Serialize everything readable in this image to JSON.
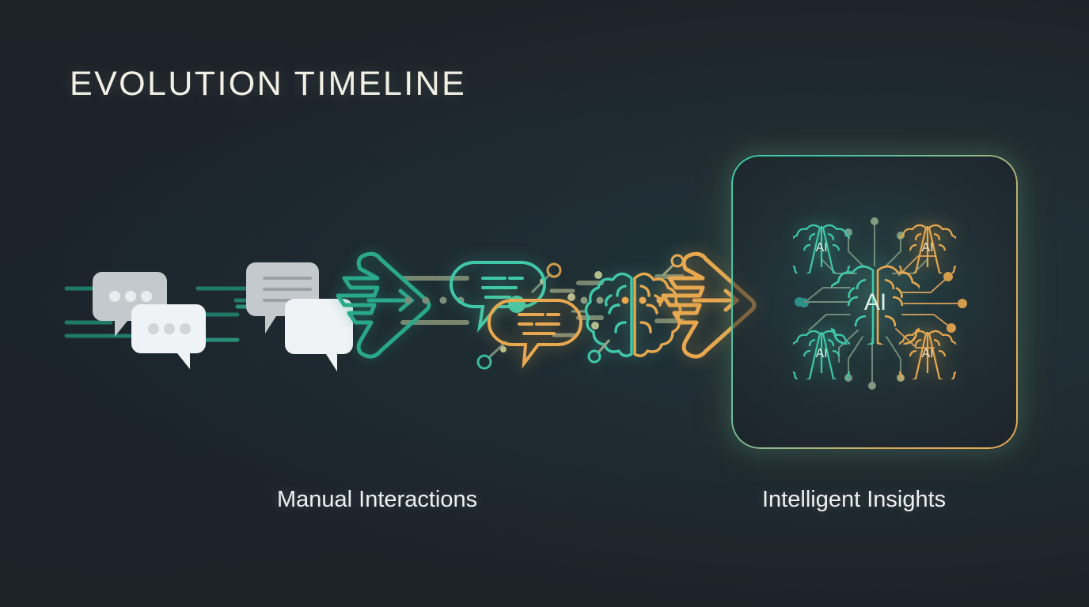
{
  "slide": {
    "background_color": "#1d2128",
    "title": "EVOLUTION TIMELINE"
  },
  "palette": {
    "teal": "#3fc9a8",
    "teal_dark": "#1f7a68",
    "teal_mid": "#2aa88a",
    "orange": "#e8a84f",
    "orange_light": "#f0b866",
    "olive": "#b9bd8e",
    "bubble_gray": "#c3c9cd",
    "bubble_white": "#f0f3f5",
    "text_light": "#eef1f3",
    "title_color": "#f2f0e4"
  },
  "captions": {
    "left": "Manual Interactions",
    "right": "Intelligent Insights"
  },
  "timeline": {
    "stages": [
      {
        "id": "stage-manual-chat",
        "icon": "chat-bubbles-icon",
        "label": "Manual Interactions",
        "style": "solid-gray-bubbles",
        "bubble_count": 2,
        "dots_per_bubble": 3
      },
      {
        "id": "stage-structured-chat",
        "icon": "chat-bubbles-text-icon",
        "style": "solid-gray-bubbles",
        "bubble_count": 2,
        "text_lines": 3
      },
      {
        "id": "stage-arrow-teal",
        "icon": "arrow-right-icon",
        "color": "#2aa88a"
      },
      {
        "id": "stage-smart-chat",
        "icon": "glowing-chat-bubbles-icon",
        "colors": [
          "#3fc9a8",
          "#e8a84f"
        ],
        "bubble_count": 2
      },
      {
        "id": "stage-split-brain",
        "icon": "split-brain-icon",
        "colors": [
          "#3fc9a8",
          "#e8a84f"
        ]
      },
      {
        "id": "stage-arrow-orange",
        "icon": "arrow-right-icon",
        "color": "#e8a84f"
      },
      {
        "id": "stage-ai-network-panel",
        "icon": "ai-brain-network-icon",
        "label": "Intelligent Insights"
      }
    ],
    "connector_dot_count": 4
  },
  "panel": {
    "border_gradient_from": "#3fc9a8",
    "border_gradient_to": "#e8ab55",
    "center_node": {
      "icon": "split-brain-icon",
      "label": "AI"
    },
    "corner_nodes": [
      {
        "position": "top-left",
        "icon": "brain-icon",
        "label": "AI",
        "color": "#3fc9a8"
      },
      {
        "position": "top-right",
        "icon": "brain-icon",
        "label": "AI",
        "color": "#e8a84f"
      },
      {
        "position": "bottom-left",
        "icon": "brain-icon",
        "label": "AI",
        "color": "#3fc9a8"
      },
      {
        "position": "bottom-right",
        "icon": "brain-icon",
        "label": "AI",
        "color": "#e8a84f"
      }
    ]
  }
}
